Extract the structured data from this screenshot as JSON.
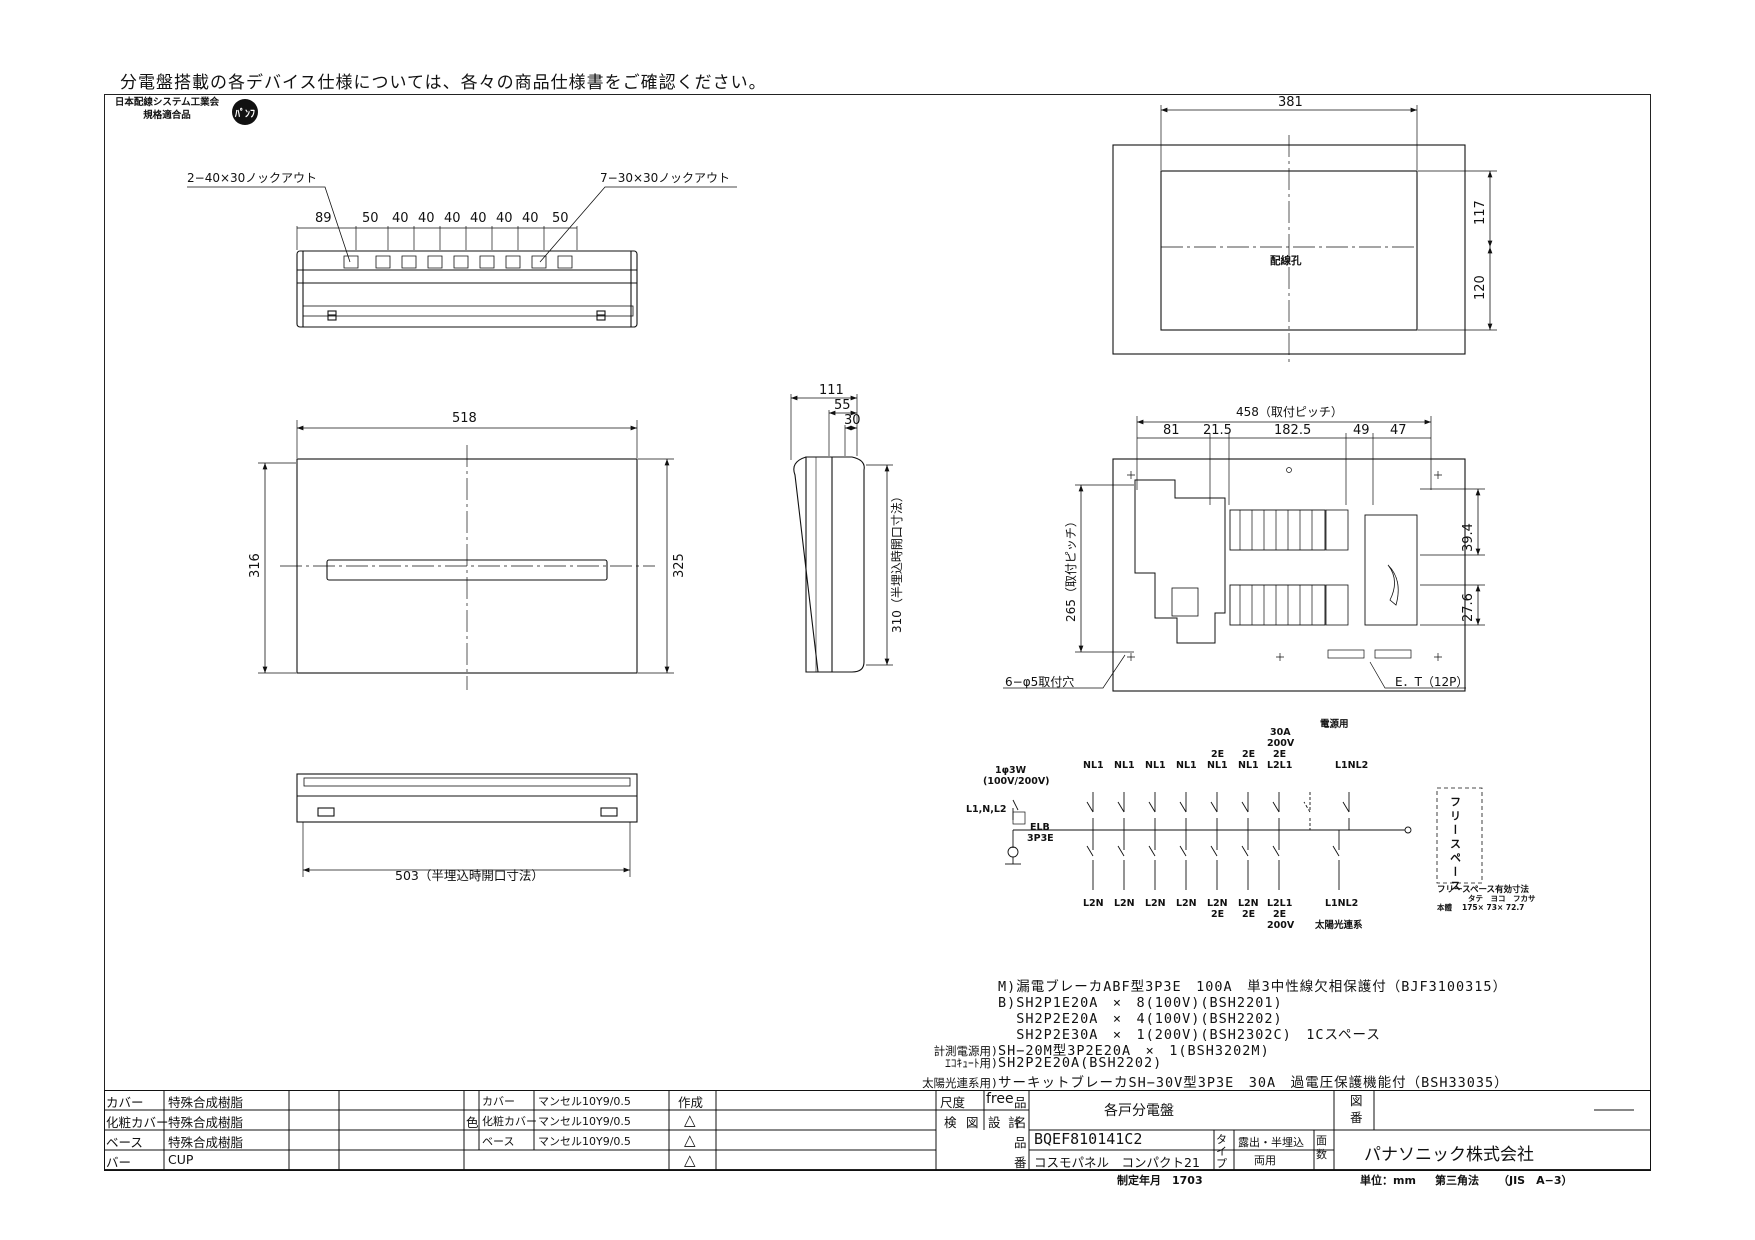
{
  "notice": "分電盤搭載の各デバイス仕様については、各々の商品仕様書をご確認ください。",
  "certification": {
    "line1": "日本配線システム工業会",
    "line2": "規格適合品",
    "mark": "ﾊﾟﾝﾌ"
  },
  "top_view": {
    "label_left": "2−40×30ノックアウト",
    "label_right": "7−30×30ノックアウト",
    "pitches": [
      "89",
      "50",
      "40",
      "40",
      "40",
      "40",
      "40",
      "40",
      "50"
    ]
  },
  "front_view": {
    "width": "518",
    "height_left": "316",
    "height_right": "325"
  },
  "bottom_view": {
    "width": "503（半埋込時開口寸法）"
  },
  "side_view": {
    "d1": "111",
    "d2": "55",
    "d3": "30",
    "height": "310（半埋込時開口寸法）"
  },
  "back_view": {
    "width": "381",
    "h_top": "117",
    "h_bottom": "120",
    "hole_label": "配線孔"
  },
  "inner_view": {
    "pitch_label": "458（取付ピッチ）",
    "dims": [
      "81",
      "21.5",
      "182.5",
      "49",
      "47"
    ],
    "v_pitch": "265（取付ピッチ）",
    "v1": "39.4",
    "v2": "27.6",
    "hole_label": "6−φ5取付穴",
    "terminal_label": "E．T（12P）"
  },
  "circuit": {
    "power_label": "電源用",
    "supply": [
      "1φ3W",
      "(100V/200V)"
    ],
    "input_label": "L1,N,L2",
    "elb": [
      "ELB",
      "3P3E"
    ],
    "top_labels": [
      [
        "NL1"
      ],
      [
        "NL1"
      ],
      [
        "NL1"
      ],
      [
        "NL1"
      ],
      [
        "2E",
        "NL1"
      ],
      [
        "2E",
        "NL1"
      ],
      [
        "30A",
        "200V",
        "2E",
        "L2L1"
      ],
      [
        ""
      ],
      [
        "L1NL2"
      ]
    ],
    "bottom_labels": [
      [
        "L2N"
      ],
      [
        "L2N"
      ],
      [
        "L2N"
      ],
      [
        "L2N"
      ],
      [
        "L2N",
        "2E"
      ],
      [
        "L2N",
        "2E"
      ],
      [
        "L2L1",
        "2E",
        "200V"
      ],
      [
        ""
      ],
      [
        "L1NL2",
        "太陽光連系"
      ]
    ],
    "free_space": "フリースペース",
    "free_space_note": "フリースペース有効寸法",
    "free_space_dims": {
      "header": "タテ　ヨコ　フカサ",
      "row_label": "本體",
      "values": "175×  73×  72.7"
    }
  },
  "spec_lines": [
    {
      "tag": "",
      "text": "M)漏電ブレーカABF型3P3E　100A　単3中性線欠相保護付（BJF3100315）"
    },
    {
      "tag": "",
      "text": "B)SH2P1E20A　×　8(100V)(BSH2201)"
    },
    {
      "tag": "",
      "text": "  SH2P2E20A　×　4(100V)(BSH2202)"
    },
    {
      "tag": "",
      "text": "  SH2P2E30A　×　1(200V)(BSH2302C)　1Cスペース"
    },
    {
      "tag": "計測電源用)",
      "text": "SH−20M型3P2E20A　×　1(BSH3202M)"
    },
    {
      "tag": "ｴｺｷｭｰﾄ用)",
      "text": "SH2P2E20A(BSH2202)"
    },
    {
      "tag": "太陽光連系用)",
      "text": "サーキットブレーカSH−30V型3P3E　30A　過電圧保護機能付（BSH33035）"
    }
  ],
  "title_block": {
    "materials": [
      {
        "part": "カバー",
        "material": "特殊合成樹脂"
      },
      {
        "part": "化粧カバー",
        "material": "特殊合成樹脂"
      },
      {
        "part": "ベース",
        "material": "特殊合成樹脂"
      },
      {
        "part": "バー",
        "material": "CUP"
      }
    ],
    "color_label": "色",
    "colors": [
      {
        "part": "カバー",
        "value": "マンセル10Y9/0.5"
      },
      {
        "part": "化粧カバー",
        "value": "マンセル10Y9/0.5"
      },
      {
        "part": "ベース",
        "value": "マンセル10Y9/0.5"
      }
    ],
    "sakusei": "作成",
    "revisions": [
      "△",
      "△",
      "△"
    ],
    "scale_label": "尺度",
    "scale_value": "free",
    "check_labels": [
      "検",
      "図",
      "設",
      "計"
    ],
    "hin_label": "品",
    "mei_label": "名",
    "ban_label": "番",
    "product_name": "各戸分電盤",
    "product_code": "BQEF810141C2",
    "series": "コスモパネル　コンパクト21",
    "type_label": "タイプ",
    "type_value": [
      "露出・半埋込",
      "両用"
    ],
    "men_label": "面数",
    "zuban_label": "図番",
    "company": "パナソニック株式会社"
  },
  "footer": {
    "date": "制定年月　1703",
    "unit": "単位：mm",
    "projection": "第三角法",
    "standard": "（JIS　A−3）"
  }
}
